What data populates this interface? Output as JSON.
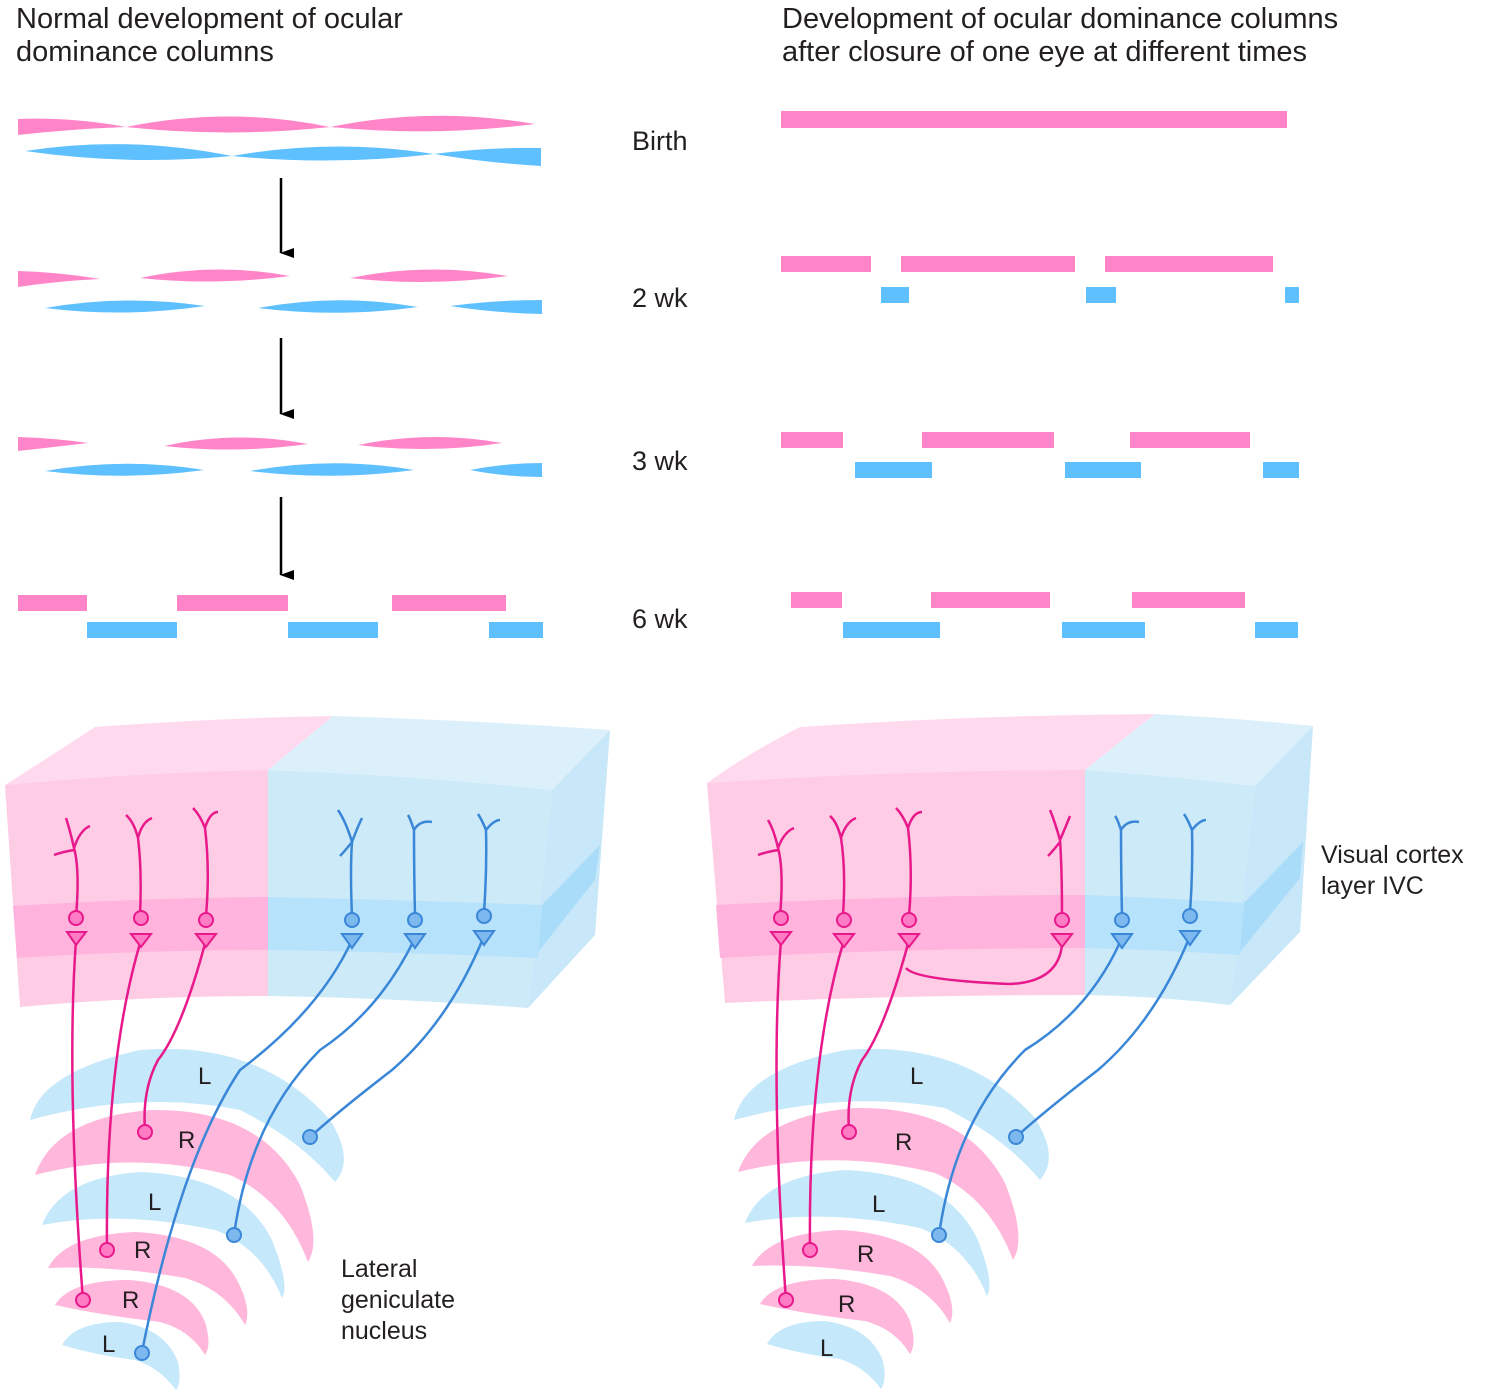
{
  "titles": {
    "left": [
      "Normal development of ocular",
      "dominance columns"
    ],
    "right": [
      "Development of ocular dominance columns",
      "after closure of one eye at different times"
    ]
  },
  "stages": [
    "Birth",
    "2 wk",
    "3 wk",
    "6 wk"
  ],
  "labels": {
    "cortex": [
      "Visual cortex",
      "layer IVC"
    ],
    "lgn": [
      "Lateral",
      "geniculate",
      "nucleus"
    ]
  },
  "lgn_layers": {
    "left": [
      "L",
      "R",
      "L",
      "R",
      "R",
      "L"
    ],
    "right": [
      "L",
      "R",
      "L",
      "R",
      "R",
      "L"
    ]
  },
  "colors": {
    "right_eye_pink": "#ff85c8",
    "left_eye_blue": "#5ec0ff",
    "pink_neuron": "#e8198b",
    "blue_neuron": "#3a87d8",
    "pink_region": "#ffcce6",
    "blue_region": "#cdeaf9"
  }
}
